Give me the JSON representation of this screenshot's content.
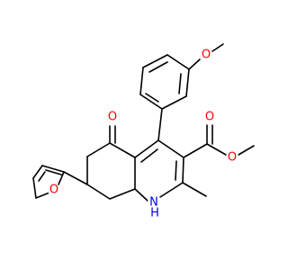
{
  "atoms": {
    "methoxy_o": {
      "text": "O",
      "color": "#FF0000"
    },
    "ester_carbonyl_o": {
      "text": "O",
      "color": "#FF0000"
    },
    "ester_o": {
      "text": "O",
      "color": "#FF0000"
    },
    "ketone_o": {
      "text": "O",
      "color": "#FF0000"
    },
    "furan_o": {
      "text": "O",
      "color": "#FF0000"
    },
    "nh": {
      "text": "N",
      "color": "#0000FF"
    },
    "nh_h": {
      "text": "H",
      "color": "#0000FF"
    }
  }
}
